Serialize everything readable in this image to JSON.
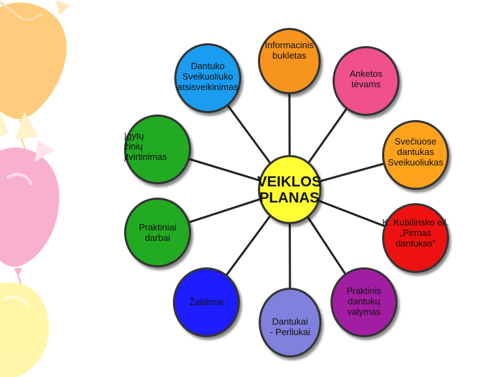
{
  "center": {
    "label": "VEIKLOS\nPLANAS",
    "color": "#ffff33"
  },
  "nodes": [
    {
      "id": "informacinis-bukletas",
      "label": "Informacinis\nbukletas",
      "color": "#f7941d"
    },
    {
      "id": "anketos-tevams",
      "label": "Anketos\ntėvams",
      "color": "#f0508c"
    },
    {
      "id": "sveciuose-dantukas",
      "label": "Svečiuose\ndantukas\nSveikuoliukas",
      "color": "#ffa21c"
    },
    {
      "id": "kubilinsko-eil",
      "label": "K. Kubilinsko eil.\n„Pirmas\ndantukas“",
      "color": "#ee1111"
    },
    {
      "id": "praktinis-valymas",
      "label": "Praktinis\ndantukų\nvalymas",
      "color": "#a31da3"
    },
    {
      "id": "dantukai-perliukai",
      "label": "Dantukai\n- Perliukai",
      "color": "#8080dd"
    },
    {
      "id": "zaidimai",
      "label": "Žaidimai",
      "color": "#1d1dff"
    },
    {
      "id": "praktiniai-darbai",
      "label": "Praktiniai\ndarbai",
      "color": "#22aa22"
    },
    {
      "id": "igytu-giniu",
      "label": "Įgytų\nžinių\nįtvirtinimas",
      "color": "#22aa22"
    },
    {
      "id": "dantuko-atsisveikinimas",
      "label": "Dantuko\nSveikuoliuko\natsisveikinimas",
      "color": "#1a9cf0"
    }
  ]
}
